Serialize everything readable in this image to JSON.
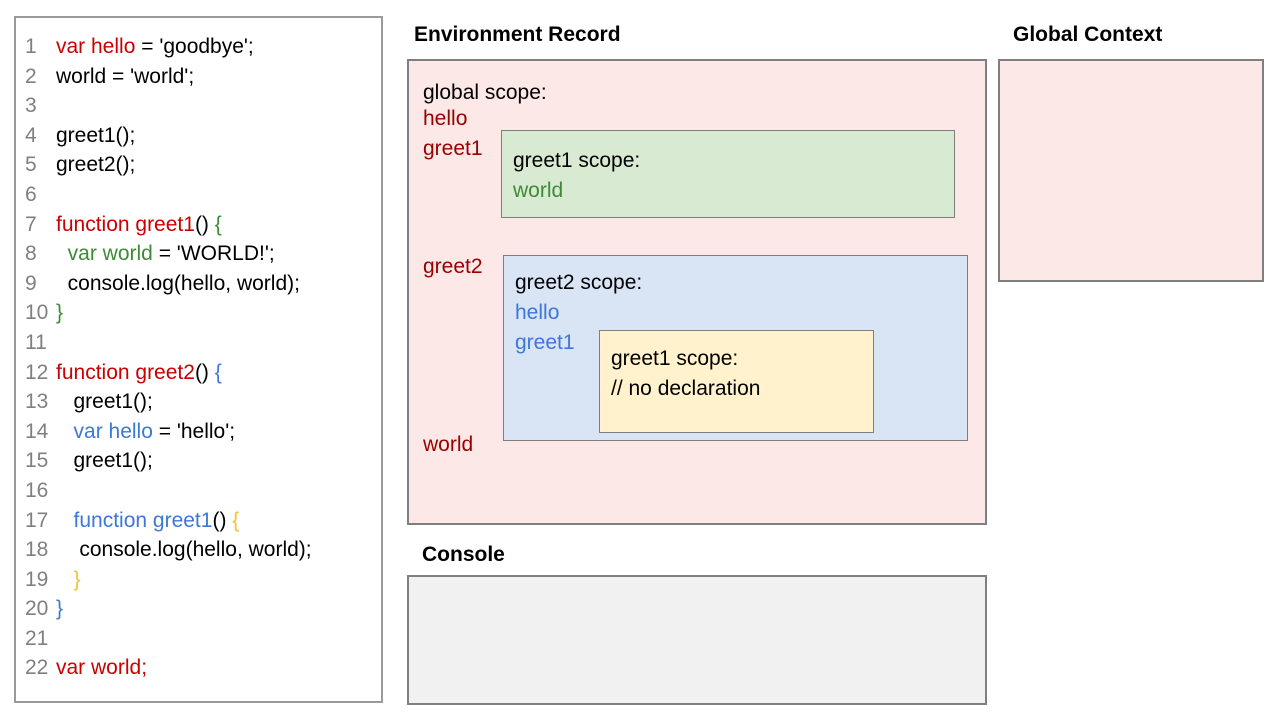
{
  "colors": {
    "code_red": "#cc0000",
    "member_dark_red": "#990000",
    "code_green": "#3d8b37",
    "code_blue": "#3c78d8",
    "code_yellow": "#f1c232",
    "code_black": "#000000",
    "line_number_gray": "#808080",
    "global_scope_bg": "#fce8e6",
    "greet1_scope_bg": "#d9ead3",
    "greet2_scope_bg": "#d9e4f5",
    "inner_greet1_scope_bg": "#fff2cc",
    "console_bg": "#f1f1f1",
    "box_border_gray": "#7f7f7f"
  },
  "code_panel": {
    "lines": [
      {
        "n": "1",
        "s": [
          [
            "var hello",
            "code_red"
          ],
          [
            " = 'goodbye';",
            "code_black"
          ]
        ]
      },
      {
        "n": "2",
        "s": [
          [
            "world = 'world';",
            "code_black"
          ]
        ]
      },
      {
        "n": "3",
        "s": []
      },
      {
        "n": "4",
        "s": [
          [
            "greet1();",
            "code_black"
          ]
        ]
      },
      {
        "n": "5",
        "s": [
          [
            "greet2();",
            "code_black"
          ]
        ]
      },
      {
        "n": "6",
        "s": []
      },
      {
        "n": "7",
        "s": [
          [
            "function greet1",
            "code_red"
          ],
          [
            "() ",
            "code_black"
          ],
          [
            "{",
            "code_green"
          ]
        ]
      },
      {
        "n": "8",
        "s": [
          [
            "  ",
            "code_black"
          ],
          [
            "var world",
            "code_green"
          ],
          [
            " = 'WORLD!';",
            "code_black"
          ]
        ]
      },
      {
        "n": "9",
        "s": [
          [
            "  console.log(hello, world);",
            "code_black"
          ]
        ]
      },
      {
        "n": "10",
        "s": [
          [
            "}",
            "code_green"
          ]
        ]
      },
      {
        "n": "11",
        "s": []
      },
      {
        "n": "12",
        "s": [
          [
            "function greet2",
            "code_red"
          ],
          [
            "() ",
            "code_black"
          ],
          [
            "{",
            "code_blue"
          ]
        ]
      },
      {
        "n": "13",
        "s": [
          [
            "   greet1();",
            "code_black"
          ]
        ]
      },
      {
        "n": "14",
        "s": [
          [
            "   ",
            "code_black"
          ],
          [
            "var hello",
            "code_blue"
          ],
          [
            " = 'hello';",
            "code_black"
          ]
        ]
      },
      {
        "n": "15",
        "s": [
          [
            "   greet1();",
            "code_black"
          ]
        ]
      },
      {
        "n": "16",
        "s": []
      },
      {
        "n": "17",
        "s": [
          [
            "   ",
            "code_black"
          ],
          [
            "function greet1",
            "code_blue"
          ],
          [
            "() ",
            "code_black"
          ],
          [
            "{",
            "code_yellow"
          ]
        ]
      },
      {
        "n": "18",
        "s": [
          [
            "    console.log(hello, world);",
            "code_black"
          ]
        ]
      },
      {
        "n": "19",
        "s": [
          [
            "   ",
            "code_black"
          ],
          [
            "}",
            "code_yellow"
          ]
        ]
      },
      {
        "n": "20",
        "s": [
          [
            "}",
            "code_blue"
          ]
        ]
      },
      {
        "n": "21",
        "s": []
      },
      {
        "n": "22",
        "s": [
          [
            "var world;",
            "code_red"
          ]
        ]
      }
    ]
  },
  "environment_record": {
    "title": "Environment Record",
    "global_scope": {
      "label": "global scope:",
      "members": [
        {
          "t": "hello",
          "c": "member_dark_red"
        },
        {
          "t": "greet1",
          "c": "member_dark_red"
        },
        {
          "t": "greet2",
          "c": "member_dark_red"
        },
        {
          "t": "world",
          "c": "member_dark_red"
        }
      ]
    },
    "greet1_scope": {
      "label": "greet1 scope:",
      "members": [
        {
          "t": "world",
          "c": "code_green"
        }
      ]
    },
    "greet2_scope": {
      "label": "greet2 scope:",
      "members": [
        {
          "t": "hello",
          "c": "code_blue"
        },
        {
          "t": "greet1",
          "c": "code_blue"
        }
      ]
    },
    "greet2_inner_greet1_scope": {
      "label": "greet1 scope:",
      "comment": "// no declaration"
    }
  },
  "global_context": {
    "title": "Global Context"
  },
  "console_panel": {
    "title": "Console"
  }
}
